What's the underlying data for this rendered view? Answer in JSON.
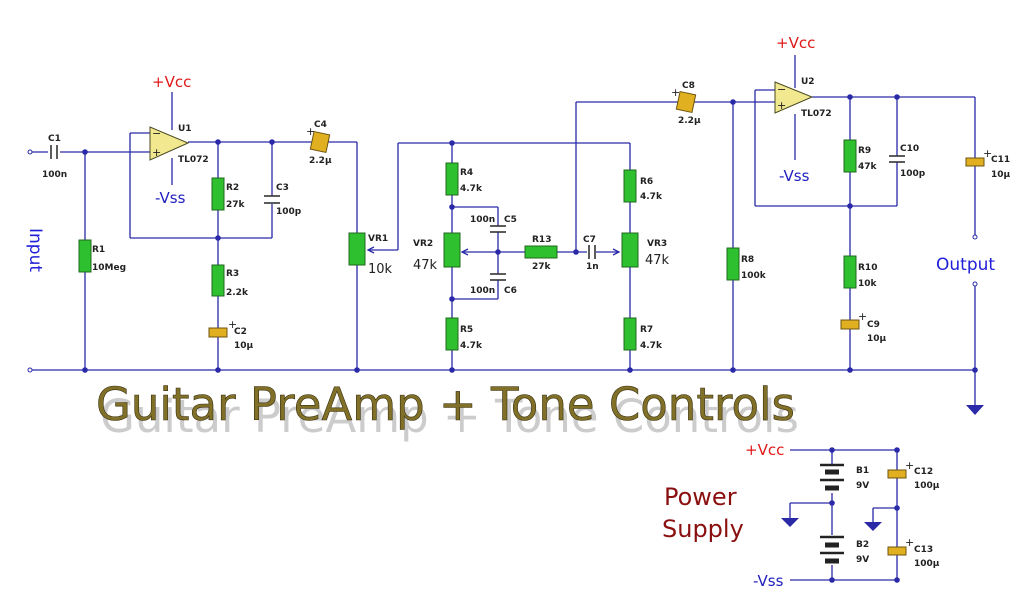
{
  "title": "Guitar PreAmp + Tone Controls",
  "labels": {
    "input": "Input",
    "output": "Output",
    "power_supply_line1": "Power",
    "power_supply_line2": "Supply",
    "vcc": "+Vcc",
    "vss": "-Vss",
    "plus": "+",
    "minus": "−"
  },
  "opamps": {
    "u1": {
      "ref": "U1",
      "part": "TL072"
    },
    "u2": {
      "ref": "U2",
      "part": "TL072"
    }
  },
  "components": {
    "c1": {
      "ref": "C1",
      "value": "100n"
    },
    "r1": {
      "ref": "R1",
      "value": "10Meg"
    },
    "r2": {
      "ref": "R2",
      "value": "27k"
    },
    "r3": {
      "ref": "R3",
      "value": "2.2k"
    },
    "c2": {
      "ref": "C2",
      "value": "10µ"
    },
    "c3": {
      "ref": "C3",
      "value": "100p"
    },
    "c4": {
      "ref": "C4",
      "value": "2.2µ"
    },
    "vr1": {
      "ref": "VR1",
      "value": "10k"
    },
    "r4": {
      "ref": "R4",
      "value": "4.7k"
    },
    "r5": {
      "ref": "R5",
      "value": "4.7k"
    },
    "vr2": {
      "ref": "VR2",
      "value": "47k"
    },
    "c5": {
      "ref": "C5",
      "value": "100n"
    },
    "c6": {
      "ref": "C6",
      "value": "100n"
    },
    "r13": {
      "ref": "R13",
      "value": "27k"
    },
    "c7": {
      "ref": "C7",
      "value": "1n"
    },
    "r6": {
      "ref": "R6",
      "value": "4.7k"
    },
    "r7": {
      "ref": "R7",
      "value": "4.7k"
    },
    "vr3": {
      "ref": "VR3",
      "value": "47k"
    },
    "c8": {
      "ref": "C8",
      "value": "2.2µ"
    },
    "r8": {
      "ref": "R8",
      "value": "100k"
    },
    "r9": {
      "ref": "R9",
      "value": "47k"
    },
    "c10": {
      "ref": "C10",
      "value": "100p"
    },
    "r10": {
      "ref": "R10",
      "value": "10k"
    },
    "c9": {
      "ref": "C9",
      "value": "10µ"
    },
    "c11": {
      "ref": "C11",
      "value": "10µ"
    },
    "b1": {
      "ref": "B1",
      "value": "9V"
    },
    "b2": {
      "ref": "B2",
      "value": "9V"
    },
    "c12": {
      "ref": "C12",
      "value": "100µ"
    },
    "c13": {
      "ref": "C13",
      "value": "100µ"
    }
  },
  "colors": {
    "wire": "#2a2aa8",
    "resistor": "#2ec02e",
    "electrolytic": "#e0b020",
    "opamp": "#f2e890",
    "vcc_label": "#e01818",
    "vss_label": "#2020c0",
    "title": "#807028",
    "power_label": "#8a1010"
  }
}
